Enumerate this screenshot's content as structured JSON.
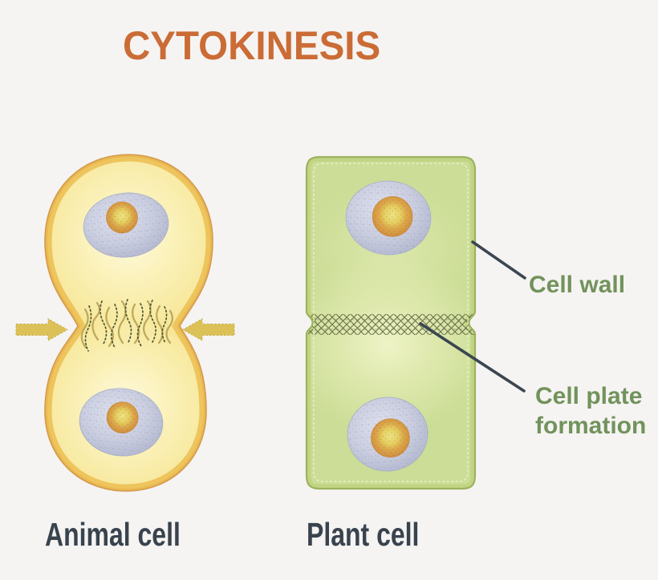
{
  "title": "CYTOKINESIS",
  "figures": {
    "animal": {
      "label": "Animal cell"
    },
    "plant": {
      "label": "Plant cell"
    }
  },
  "annotations": {
    "cell_wall": {
      "label": "Cell wall"
    },
    "cell_plate": {
      "line1": "Cell plate",
      "line2": "formation"
    }
  },
  "icons": {
    "left_constriction_arrow": "arrow-pointing-right-icon",
    "right_constriction_arrow": "arrow-pointing-left-icon"
  },
  "colors": {
    "background": "#F5F4F2",
    "title_text": "#CB6C36",
    "annotation_text": "#72925B",
    "figure_label_text": "#39434E",
    "pointer_line": "#3B4651",
    "animal_cell_body": "#F6E695",
    "animal_cell_rim": "#EEC45C",
    "animal_cell_outline": "#D59A4C",
    "constriction_arrow": "#DCC158",
    "contractile_fibers": "#4E5634",
    "plant_cell_fill": "#CBDD96",
    "plant_cell_border": "#9CB35F",
    "cell_plate_hatch": "#565C3B",
    "nucleus_fill": "#C9CDDF",
    "nucleolus_ring": "#D69743",
    "nucleolus_core": "#E8D96A"
  }
}
